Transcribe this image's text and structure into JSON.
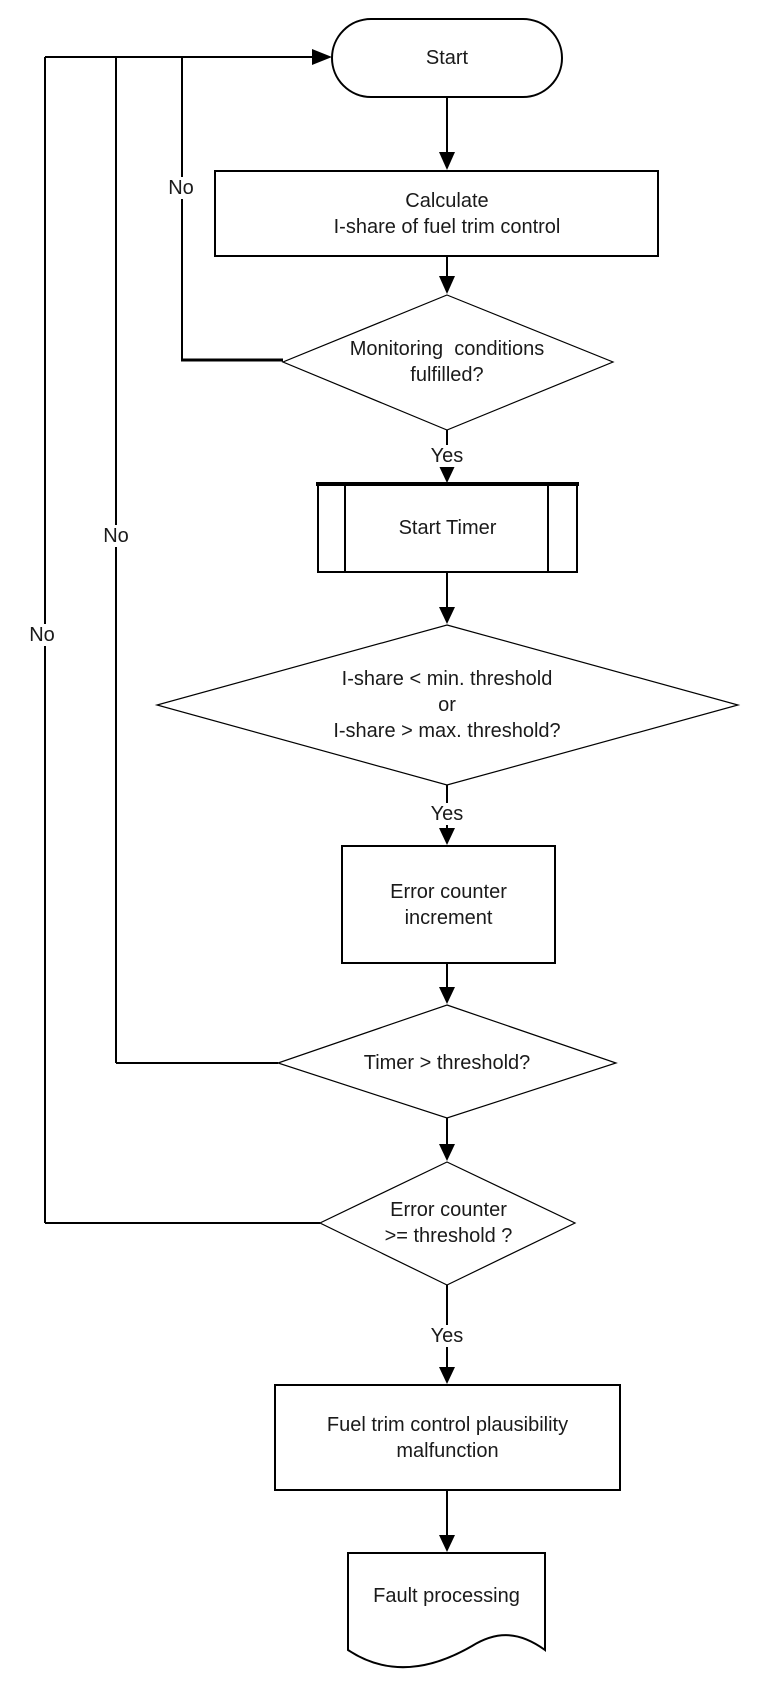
{
  "diagram": {
    "nodes": {
      "start": {
        "type": "terminator",
        "label": "Start"
      },
      "calculate": {
        "type": "process",
        "label": "Calculate\nI-share of fuel trim control"
      },
      "monitoring": {
        "type": "decision",
        "label": "Monitoring  conditions\nfulfilled?"
      },
      "start_timer": {
        "type": "predefined-process",
        "label": "Start Timer"
      },
      "ishare_check": {
        "type": "decision",
        "label": "I-share < min. threshold\nor\nI-share > max. threshold?"
      },
      "error_increment": {
        "type": "process",
        "label": "Error counter\nincrement"
      },
      "timer_check": {
        "type": "decision",
        "label": "Timer > threshold?"
      },
      "error_check": {
        "type": "decision",
        "label": "Error counter\n>= threshold ?"
      },
      "malfunction": {
        "type": "process",
        "label": "Fuel trim control plausibility\nmalfunction"
      },
      "fault_processing": {
        "type": "document",
        "label": "Fault processing"
      }
    },
    "edge_labels": {
      "yes_monitoring": "Yes",
      "yes_ishare": "Yes",
      "yes_error": "Yes",
      "no_monitoring": "No",
      "no_timer": "No",
      "no_error": "No"
    },
    "colors": {
      "line": "#000000",
      "background": "#ffffff",
      "text": "#1a1a1a"
    }
  }
}
